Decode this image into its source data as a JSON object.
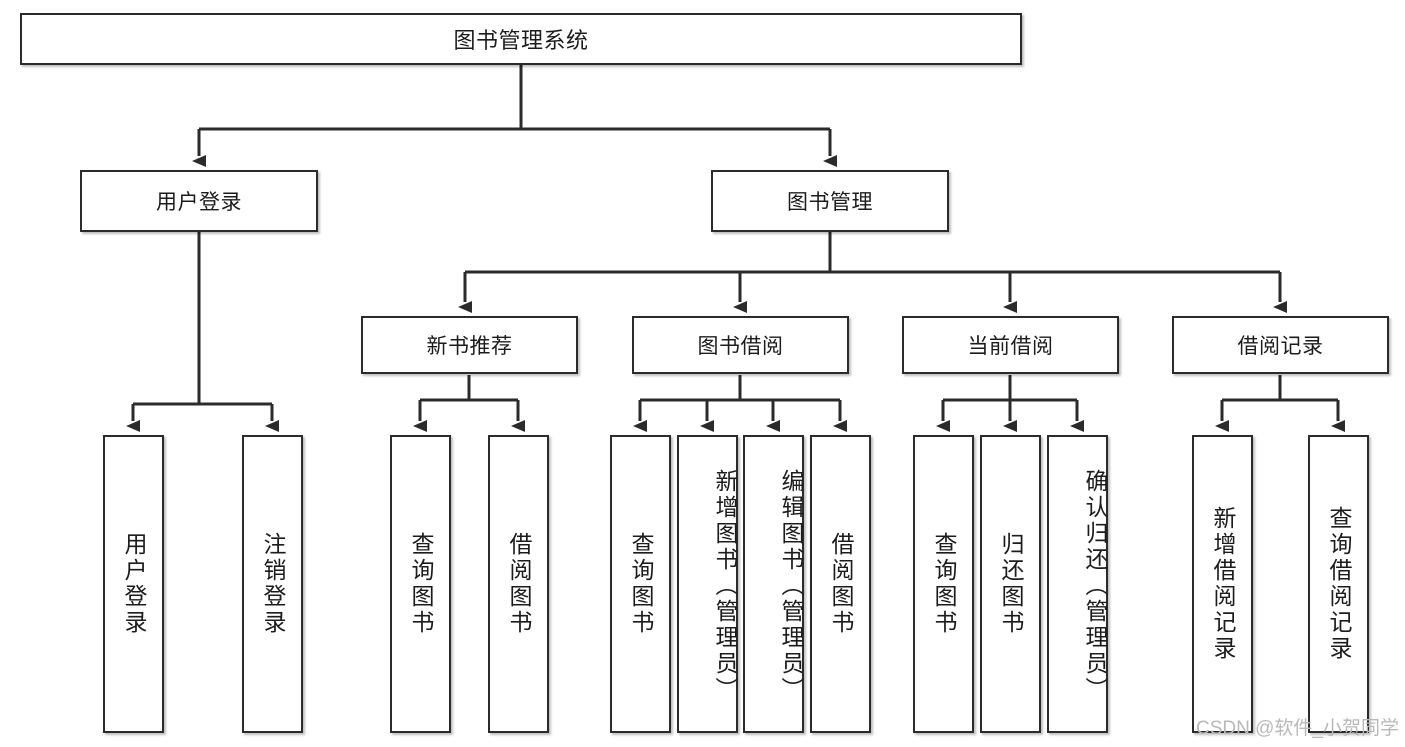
{
  "diagram": {
    "title": "图书管理系统",
    "type": "hierarchy-tree",
    "watermark": "CSDN @软件_小贺同学",
    "colors": {
      "box_border": "#2b2b2b",
      "box_fill": "#ffffff",
      "connector": "#2b2b2b",
      "text": "#1c1c1c",
      "watermark": "#b9b9b9"
    },
    "nodes": {
      "root": {
        "label": "图书管理系统"
      },
      "level2": [
        {
          "id": "user-login",
          "label": "用户登录"
        },
        {
          "id": "book-management",
          "label": "图书管理"
        }
      ],
      "level3": [
        {
          "id": "new-book-recommend",
          "label": "新书推荐"
        },
        {
          "id": "book-borrow",
          "label": "图书借阅"
        },
        {
          "id": "current-borrow",
          "label": "当前借阅"
        },
        {
          "id": "borrow-record",
          "label": "借阅记录"
        }
      ],
      "leaves": {
        "user-login": [
          {
            "id": "leaf-user-login",
            "label": "用户登录"
          },
          {
            "id": "leaf-logout-login",
            "label": "注销登录"
          }
        ],
        "new-book-recommend": [
          {
            "id": "leaf-query-book-1",
            "label": "查询图书"
          },
          {
            "id": "leaf-borrow-book-1",
            "label": "借阅图书"
          }
        ],
        "book-borrow": [
          {
            "id": "leaf-query-book-2",
            "label": "查询图书"
          },
          {
            "id": "leaf-add-book-admin",
            "label": "新增图书（管理员）"
          },
          {
            "id": "leaf-edit-book-admin",
            "label": "编辑图书（管理员）"
          },
          {
            "id": "leaf-borrow-book-2",
            "label": "借阅图书"
          }
        ],
        "current-borrow": [
          {
            "id": "leaf-query-book-3",
            "label": "查询图书"
          },
          {
            "id": "leaf-return-book",
            "label": "归还图书"
          },
          {
            "id": "leaf-confirm-return-admin",
            "label": "确认归还（管理员）"
          }
        ],
        "borrow-record": [
          {
            "id": "leaf-add-borrow-record",
            "label": "新增借阅记录"
          },
          {
            "id": "leaf-query-borrow-record",
            "label": "查询借阅记录"
          }
        ]
      }
    }
  }
}
